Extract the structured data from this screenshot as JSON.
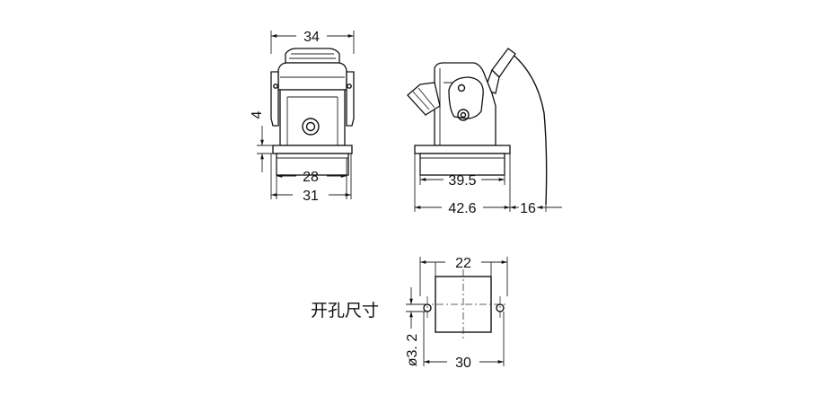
{
  "front_view": {
    "dim_top": "34",
    "dim_side": "4",
    "dim_inner": "28",
    "dim_outer": "31"
  },
  "side_view": {
    "dim_inner": "39.5",
    "dim_outer": "42.6",
    "dim_lever": "16"
  },
  "cutout": {
    "label": "开孔尺寸",
    "dim_top": "22",
    "dim_hole": "ø3. 2",
    "dim_bottom": "30"
  }
}
